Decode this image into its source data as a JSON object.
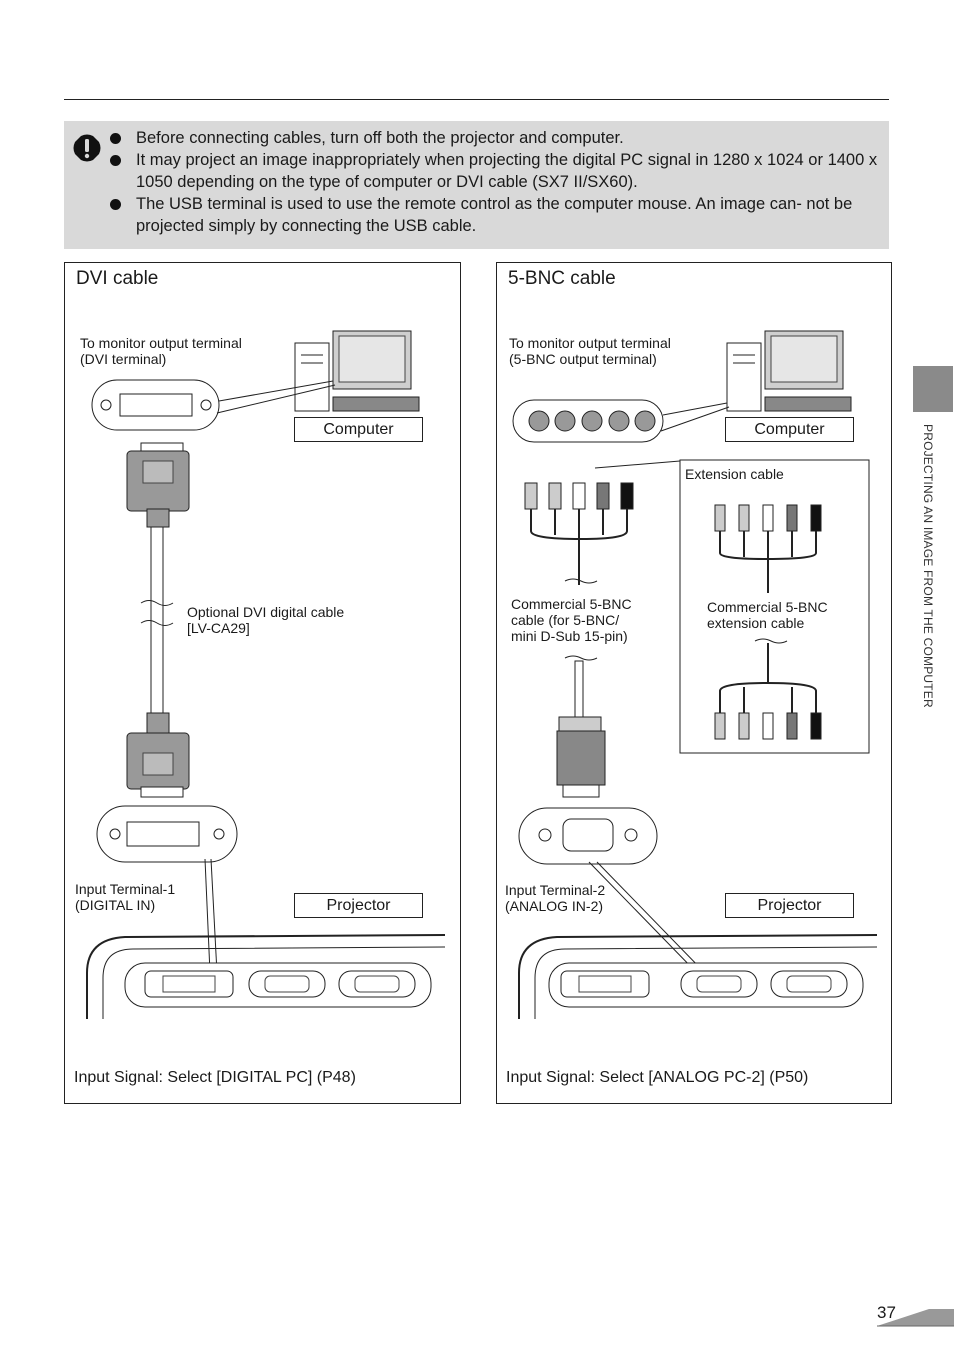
{
  "caution": {
    "icon": "caution-icon",
    "items": [
      "Before connecting cables, turn off both the projector and computer.",
      "It may project an image inappropriately when projecting the digital PC signal in 1280 x 1024 or 1400 x 1050 depending on the type of computer or DVI cable (SX7 II/SX60).",
      "The USB terminal is used to use the remote control as the computer mouse. An image can- not be projected simply by connecting the USB cable."
    ]
  },
  "dvi_panel": {
    "title": "DVI cable",
    "monitor_terminal_label": "To monitor output terminal\n(DVI terminal)",
    "computer_label": "Computer",
    "cable_label": "Optional DVI digital cable\n[LV-CA29]",
    "input_terminal_label": "Input Terminal-1\n(DIGITAL IN)",
    "projector_label": "Projector",
    "footer": "Input Signal: Select [DIGITAL PC] (P48)"
  },
  "bnc_panel": {
    "title": "5-BNC cable",
    "monitor_terminal_label": "To monitor output terminal\n(5-BNC output terminal)",
    "computer_label": "Computer",
    "extension_cable_label": "Extension cable",
    "commercial_cable_label": "Commercial 5-BNC\ncable (for 5-BNC/\nmini D-Sub 15-pin)",
    "extension_commercial_label": "Commercial 5-BNC\nextension cable",
    "input_terminal_label": "Input Terminal-2\n(ANALOG IN-2)",
    "projector_label": "Projector",
    "footer": "Input Signal: Select [ANALOG PC-2] (P50)"
  },
  "side_tab_text": "PROJECTING AN IMAGE FROM THE COMPUTER",
  "page_number": "37"
}
